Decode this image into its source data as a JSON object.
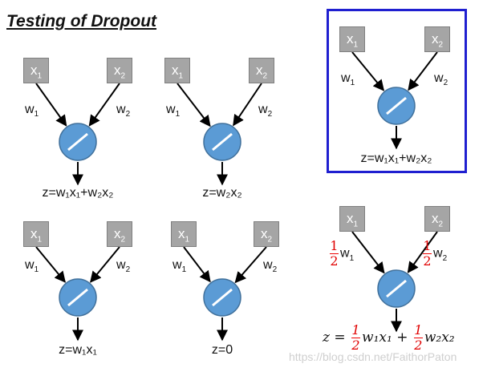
{
  "title": "Testing of Dropout",
  "x_label": "x",
  "x_subs": [
    "1",
    "2"
  ],
  "w_label": "w",
  "w_subs": [
    "1",
    "2"
  ],
  "panels": [
    {
      "x1_dropped": false,
      "x2_dropped": false,
      "equation": "z=w₁x₁+w₂x₂"
    },
    {
      "x1_dropped": true,
      "x2_dropped": false,
      "equation": "z=w₂x₂"
    },
    {
      "x1_dropped": false,
      "x2_dropped": true,
      "equation": "z=w₁x₁"
    },
    {
      "x1_dropped": true,
      "x2_dropped": true,
      "equation": "z=0"
    }
  ],
  "highlight_equation": "z=w₁x₁+w₂x₂",
  "scaled": {
    "frac_num": "1",
    "frac_den": "2",
    "eq_lhs": "z =",
    "eq_mid": "w₁x₁ +",
    "eq_end": "w₂x₂"
  },
  "watermark": "https://blog.csdn.net/FaithorPaton",
  "colors": {
    "box": "#a5a5a5",
    "neuron": "#5b9bd5",
    "drop_cross": "#e01010",
    "highlight_border": "#1f1fd0",
    "scale_text": "#e00000"
  }
}
